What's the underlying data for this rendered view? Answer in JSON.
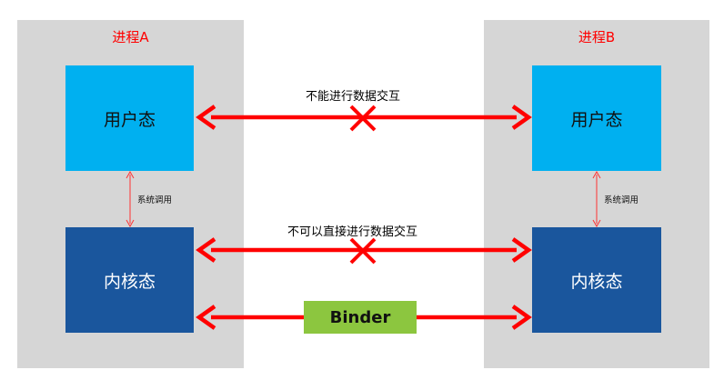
{
  "colors": {
    "panel": "#d6d6d6",
    "user_mode": "#00b0f0",
    "kernel_mode": "#1a569d",
    "arrow": "#ff0000",
    "binder": "#8cc63f"
  },
  "process_a": {
    "title": "进程A",
    "user_mode": "用户态",
    "kernel_mode": "内核态",
    "syscall_label": "系统调用"
  },
  "process_b": {
    "title": "进程B",
    "user_mode": "用户态",
    "kernel_mode": "内核态",
    "syscall_label": "系统调用"
  },
  "connections": {
    "user_space": {
      "label": "不能进行数据交互",
      "blocked": true
    },
    "kernel_space": {
      "label": "不可以直接进行数据交互",
      "blocked": true
    },
    "binder": {
      "label": "Binder",
      "blocked": false
    }
  }
}
